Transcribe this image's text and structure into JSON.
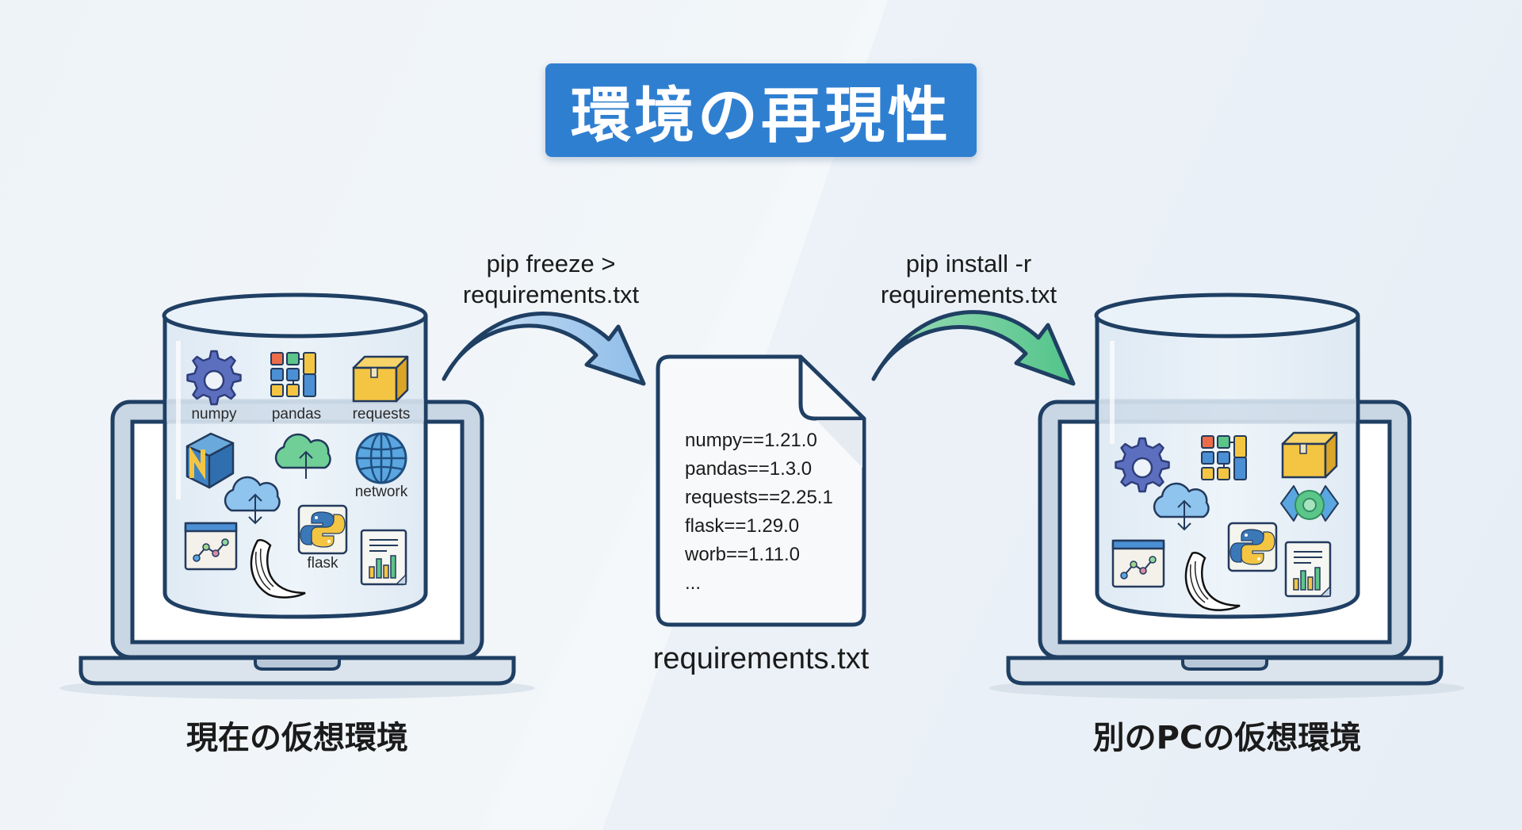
{
  "title": "環境の再現性",
  "steps": {
    "freeze": {
      "command_line1": "pip freeze >",
      "command_line2": "requirements.txt",
      "arrow_color": "#a9cdf0"
    },
    "install": {
      "command_line1": "pip install -r",
      "command_line2": "requirements.txt",
      "arrow_color": "#5cc78f"
    }
  },
  "source_env": {
    "label": "現在の仮想環境",
    "packages": [
      {
        "icon": "gear-icon",
        "label": "numpy"
      },
      {
        "icon": "grid-blocks-icon",
        "label": "pandas"
      },
      {
        "icon": "package-box-icon",
        "label": "requests"
      },
      {
        "icon": "n-cube-icon",
        "label": ""
      },
      {
        "icon": "cloud-upload-icon",
        "label": ""
      },
      {
        "icon": "globe-icon",
        "label": "network"
      },
      {
        "icon": "cloud-sync-icon",
        "label": ""
      },
      {
        "icon": "python-logo-icon",
        "label": "flask"
      },
      {
        "icon": "line-chart-window-icon",
        "label": ""
      },
      {
        "icon": "flask-horn-icon",
        "label": ""
      },
      {
        "icon": "bar-chart-report-icon",
        "label": ""
      }
    ]
  },
  "requirements_file": {
    "label": "requirements.txt",
    "lines": [
      "numpy==1.21.0",
      "pandas==1.3.0",
      "requests==2.25.1",
      "flask==1.29.0",
      "worb==1.11.0",
      "..."
    ]
  },
  "target_env": {
    "label": "別のPCの仮想環境",
    "packages": [
      {
        "icon": "gear-icon"
      },
      {
        "icon": "grid-blocks-icon"
      },
      {
        "icon": "package-box-icon"
      },
      {
        "icon": "cloud-sync-icon"
      },
      {
        "icon": "network-sync-icon"
      },
      {
        "icon": "python-logo-icon"
      },
      {
        "icon": "line-chart-window-icon"
      },
      {
        "icon": "flask-horn-icon"
      },
      {
        "icon": "bar-chart-report-icon"
      }
    ]
  },
  "colors": {
    "title_bg": "#2f7fd1",
    "outline": "#1f3f63",
    "laptop_body": "#c9d6e3",
    "cylinder_fill": "#e4eef7"
  }
}
